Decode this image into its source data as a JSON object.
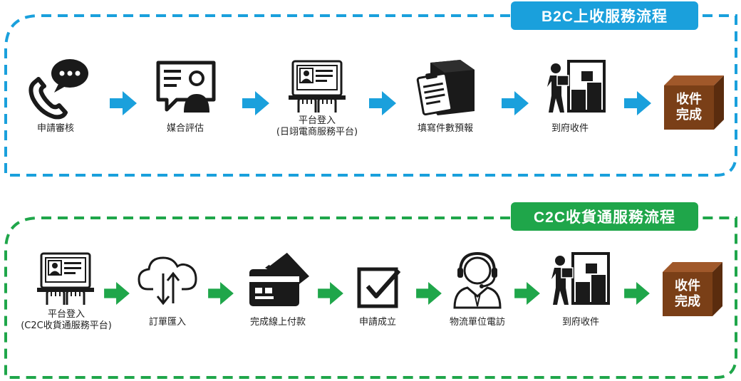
{
  "colors": {
    "b2c_accent": "#1aa0dc",
    "c2c_accent": "#1fa64a",
    "done_box": "#7a3f17",
    "icon": "#1a1a1a"
  },
  "b2c": {
    "title": "B2C上收服務流程",
    "steps": [
      {
        "label": "申請審核",
        "icon": "phone-chat-icon"
      },
      {
        "label": "媒合評估",
        "icon": "id-card-chat-icon"
      },
      {
        "label": "平台登入\n(日翊電商服務平台)",
        "icon": "laptop-login-icon"
      },
      {
        "label": "填寫件數預報",
        "icon": "clipboard-box-icon"
      },
      {
        "label": "到府收件",
        "icon": "worker-boxes-icon"
      }
    ],
    "done": {
      "line1": "收件",
      "line2": "完成"
    }
  },
  "c2c": {
    "title": "C2C收貨通服務流程",
    "steps": [
      {
        "label": "平台登入\n(C2C收貨通服務平台)",
        "icon": "laptop-login-icon"
      },
      {
        "label": "訂單匯入",
        "icon": "cloud-sync-icon"
      },
      {
        "label": "完成線上付款",
        "icon": "credit-card-icon"
      },
      {
        "label": "申請成立",
        "icon": "checkbox-icon"
      },
      {
        "label": "物流單位電訪",
        "icon": "headset-agent-icon"
      },
      {
        "label": "到府收件",
        "icon": "worker-boxes-icon"
      }
    ],
    "done": {
      "line1": "收件",
      "line2": "完成"
    }
  }
}
